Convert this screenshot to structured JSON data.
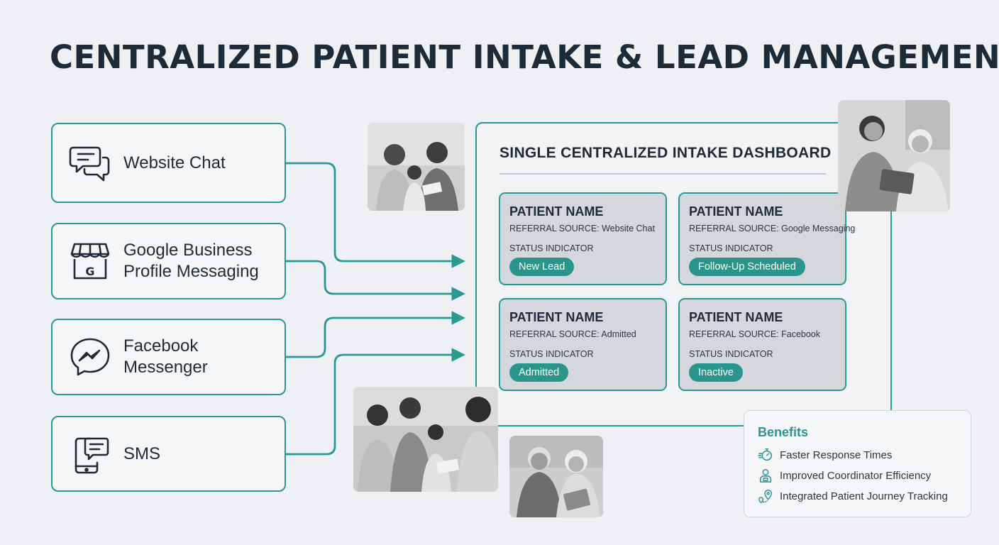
{
  "title": "CENTRALIZED PATIENT INTAKE & LEAD MANAGEMENT",
  "accent_color": "#2a9a90",
  "channels": [
    {
      "label": "Website Chat",
      "icon": "chat-bubbles-icon"
    },
    {
      "label": "Google Business\nProfile Messaging",
      "icon": "storefront-icon"
    },
    {
      "label": "Facebook\nMessenger",
      "icon": "messenger-icon"
    },
    {
      "label": "SMS",
      "icon": "phone-message-icon"
    }
  ],
  "dashboard": {
    "title": "SINGLE CENTRALIZED INTAKE DASHBOARD",
    "cards": [
      {
        "name": "PATIENT NAME",
        "referral": "REFERRAL SOURCE: Website Chat",
        "status_label": "STATUS INDICATOR",
        "status": "New Lead"
      },
      {
        "name": "PATIENT NAME",
        "referral": "REFERRAL SOURCE: Google Messaging",
        "status_label": "STATUS INDICATOR",
        "status": "Follow-Up Scheduled"
      },
      {
        "name": "PATIENT NAME",
        "referral": "REFERRAL SOURCE: Admitted",
        "status_label": "STATUS INDICATOR",
        "status": "Admitted"
      },
      {
        "name": "PATIENT NAME",
        "referral": "REFERRAL SOURCE: Facebook",
        "status_label": "STATUS INDICATOR",
        "status": "Inactive"
      }
    ]
  },
  "benefits": {
    "title": "Benefits",
    "items": [
      {
        "text": "Faster Response Times",
        "icon": "stopwatch-icon"
      },
      {
        "text": "Improved Coordinator Efficiency",
        "icon": "coordinator-icon"
      },
      {
        "text": "Integrated Patient Journey Tracking",
        "icon": "journey-pin-icon"
      }
    ]
  },
  "photos": [
    {
      "name": "family-photo"
    },
    {
      "name": "nurse-elderly-photo"
    },
    {
      "name": "family-consultation-photo"
    },
    {
      "name": "elderly-couple-photo"
    }
  ]
}
